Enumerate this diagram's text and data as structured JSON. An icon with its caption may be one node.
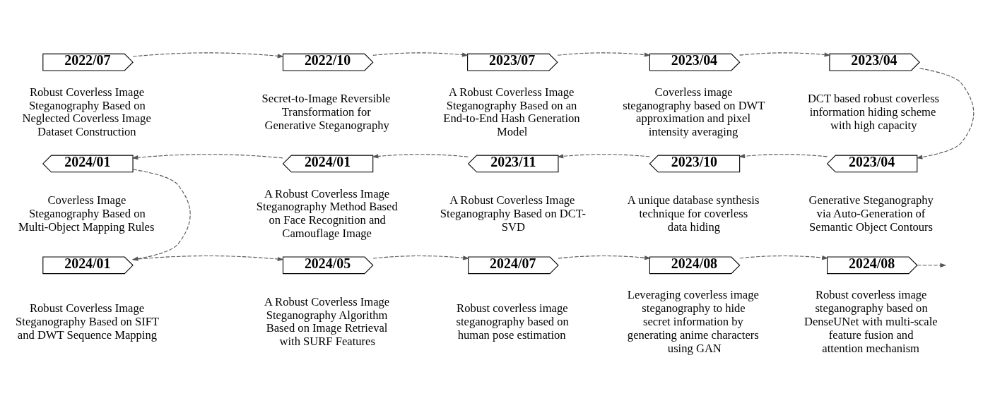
{
  "diagram": {
    "nodes": [
      {
        "text": [
          "2022/07"
        ],
        "beside": [
          "Robust Coverless Image Steganography Based on Neglected Coverless Image Dataset Construction"
        ]
      },
      {
        "text": [
          "2022/10"
        ],
        "beside": [
          "Secret-to-Image Reversible Transformation for Generative Steganography"
        ]
      },
      {
        "text": [
          "2023/07"
        ],
        "beside": [
          "A Robust Coverless Image Steganography Based on an End-to-End Hash Generation Model"
        ]
      },
      {
        "text": [
          "2023/04"
        ],
        "beside": [
          "Coverless image steganography based on DWT approximation and pixel intensity averaging"
        ]
      },
      {
        "text": [
          "2023/04"
        ],
        "beside": [
          "DCT based robust coverless information hiding scheme with high capacity"
        ]
      },
      {
        "text": [
          "2023/04"
        ],
        "beside": [
          "Generative Steganography via Auto-Generation of Semantic Object Contours"
        ]
      },
      {
        "text": [
          "2023/10"
        ],
        "beside": [
          "A unique database synthesis technique for coverless data hiding"
        ]
      },
      {
        "text": [
          "2023/11"
        ],
        "beside": [
          "A Robust Coverless Image Steganography Based on DCT-SVD"
        ]
      },
      {
        "text": [
          "2024/01"
        ],
        "beside": [
          "A Robust Coverless Image Steganography Method Based on Face Recognition and Camouflage Image"
        ]
      },
      {
        "text": [
          "2024/01"
        ],
        "beside": [
          "Coverless Image Steganography Based on Multi-Object Mapping Rules"
        ]
      },
      {
        "text": [
          "2024/01"
        ],
        "beside": [
          "Robust Coverless Image Steganography Based on SIFT and DWT Sequence Mapping"
        ]
      },
      {
        "text": [
          "2024/05"
        ],
        "beside": [
          "A Robust Coverless Image Steganography Algorithm Based on Image Retrieval with SURF Features"
        ]
      },
      {
        "text": [
          "2024/07"
        ],
        "beside": [
          "Robust coverless image steganography based on human pose estimation"
        ]
      },
      {
        "text": [
          "2024/08"
        ],
        "beside": [
          "Leveraging coverless image steganography to hide secret information by generating anime characters using GAN"
        ]
      },
      {
        "text": [
          "2024/08"
        ],
        "beside": [
          "Robust coverless image steganography based on DenseUNet with multi-scale feature fusion and attention mechanism"
        ]
      }
    ],
    "edges": [
      {
        "from": 0,
        "to": 1,
        "arrow": "to",
        "style": "dashed"
      },
      {
        "from": 1,
        "to": 2,
        "arrow": "to",
        "style": "dashed"
      },
      {
        "from": 2,
        "to": 3,
        "arrow": "to",
        "style": "dashed"
      },
      {
        "from": 3,
        "to": 4,
        "arrow": "to",
        "style": "dashed"
      },
      {
        "from": 4,
        "to": 5,
        "arrow": "to",
        "style": "dashed"
      },
      {
        "from": 5,
        "to": 6,
        "arrow": "to",
        "style": "dashed"
      },
      {
        "from": 6,
        "to": 7,
        "arrow": "to",
        "style": "dashed"
      },
      {
        "from": 7,
        "to": 8,
        "arrow": "to",
        "style": "dashed"
      },
      {
        "from": 8,
        "to": 9,
        "arrow": "to",
        "style": "dashed"
      },
      {
        "from": 9,
        "to": 10,
        "arrow": "to",
        "style": "dashed"
      },
      {
        "from": 10,
        "to": 11,
        "arrow": "to",
        "style": "dashed"
      },
      {
        "from": 11,
        "to": 12,
        "arrow": "to",
        "style": "dashed"
      },
      {
        "from": 12,
        "to": 13,
        "arrow": "to",
        "style": "dashed"
      },
      {
        "from": 13,
        "to": 14,
        "arrow": "to",
        "style": "dashed"
      },
      {
        "from": 14,
        "to": null,
        "arrow": "to",
        "style": "dashed"
      }
    ]
  }
}
